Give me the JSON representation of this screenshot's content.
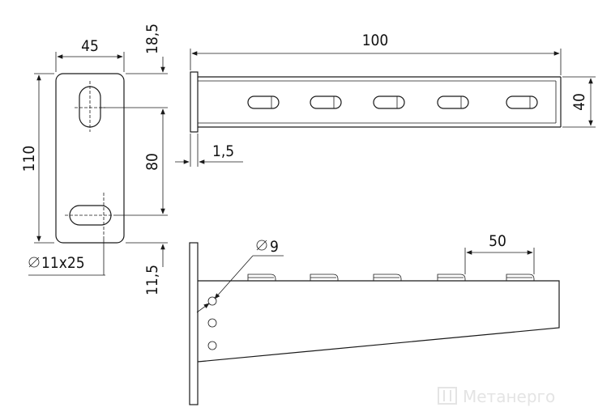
{
  "dimensions": {
    "plate_width": "45",
    "top_offset": "18,5",
    "plate_height": "110",
    "hole_spacing": "80",
    "bottom_offset": "11,5",
    "slot": "11x25",
    "arm_length": "100",
    "arm_height": "40",
    "thickness": "1,5",
    "hole": "9",
    "slot_pitch": "50"
  },
  "watermark": "Метанерго",
  "diameter_symbol": "⌀"
}
